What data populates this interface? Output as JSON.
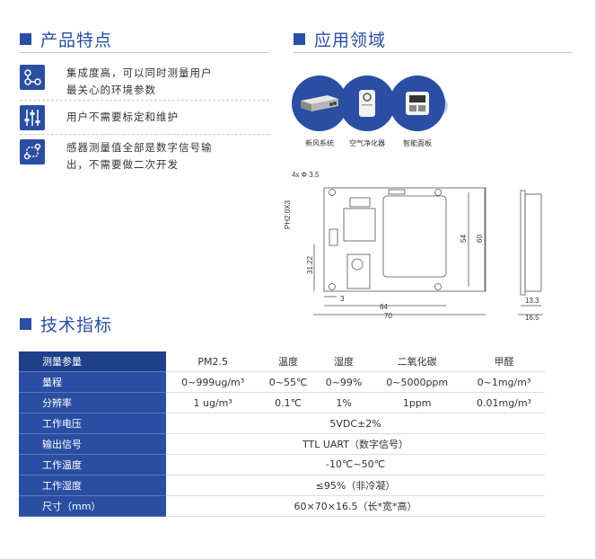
{
  "features": {
    "title": "产品特点",
    "items": [
      {
        "line1": "集成度高，可以同时测量用户",
        "line2": "最关心的环境参数",
        "icon": "network-icon"
      },
      {
        "line1": "用户不需要标定和维护",
        "line2": "",
        "icon": "sliders-icon"
      },
      {
        "line1": "感器测量值全部是数字信号输",
        "line2": "出，不需要做二次开发",
        "icon": "flow-icon"
      }
    ]
  },
  "applications": {
    "title": "应用领域",
    "items": [
      {
        "label": "新风系统",
        "icon": "ventilator-icon"
      },
      {
        "label": "空气净化器",
        "icon": "air-purifier-icon"
      },
      {
        "label": "智能面板",
        "icon": "smart-panel-icon"
      }
    ]
  },
  "drawing": {
    "hole": "4x Φ 3.5",
    "connector": "PH2.0X3",
    "dim_31_22": "31.22",
    "dim_54": "54",
    "dim_60": "60",
    "dim_3": "3",
    "dim_64": "64",
    "dim_70": "70",
    "dim_13_3": "13.3",
    "dim_16_5": "16.5"
  },
  "specs": {
    "title": "技术指标",
    "header": [
      "测量参量",
      "PM2.5",
      "温度",
      "湿度",
      "二氧化碳",
      "甲醛"
    ],
    "rows": [
      [
        "量程",
        "0~999ug/m³",
        "0~55℃",
        "0~99%",
        "0~5000ppm",
        "0~1mg/m³"
      ],
      [
        "分辨率",
        "1 ug/m³",
        "0.1℃",
        "1%",
        "1ppm",
        "0.01mg/m³"
      ]
    ],
    "merged": [
      [
        "工作电压",
        "5VDC±2%"
      ],
      [
        "输出信号",
        "TTL UART（数字信号）"
      ],
      [
        "工作温度",
        "-10℃~50℃"
      ],
      [
        "工作湿度",
        "≤95%（非冷凝）"
      ],
      [
        "尺寸（mm）",
        "60×70×16.5（长*宽*高）"
      ]
    ]
  }
}
